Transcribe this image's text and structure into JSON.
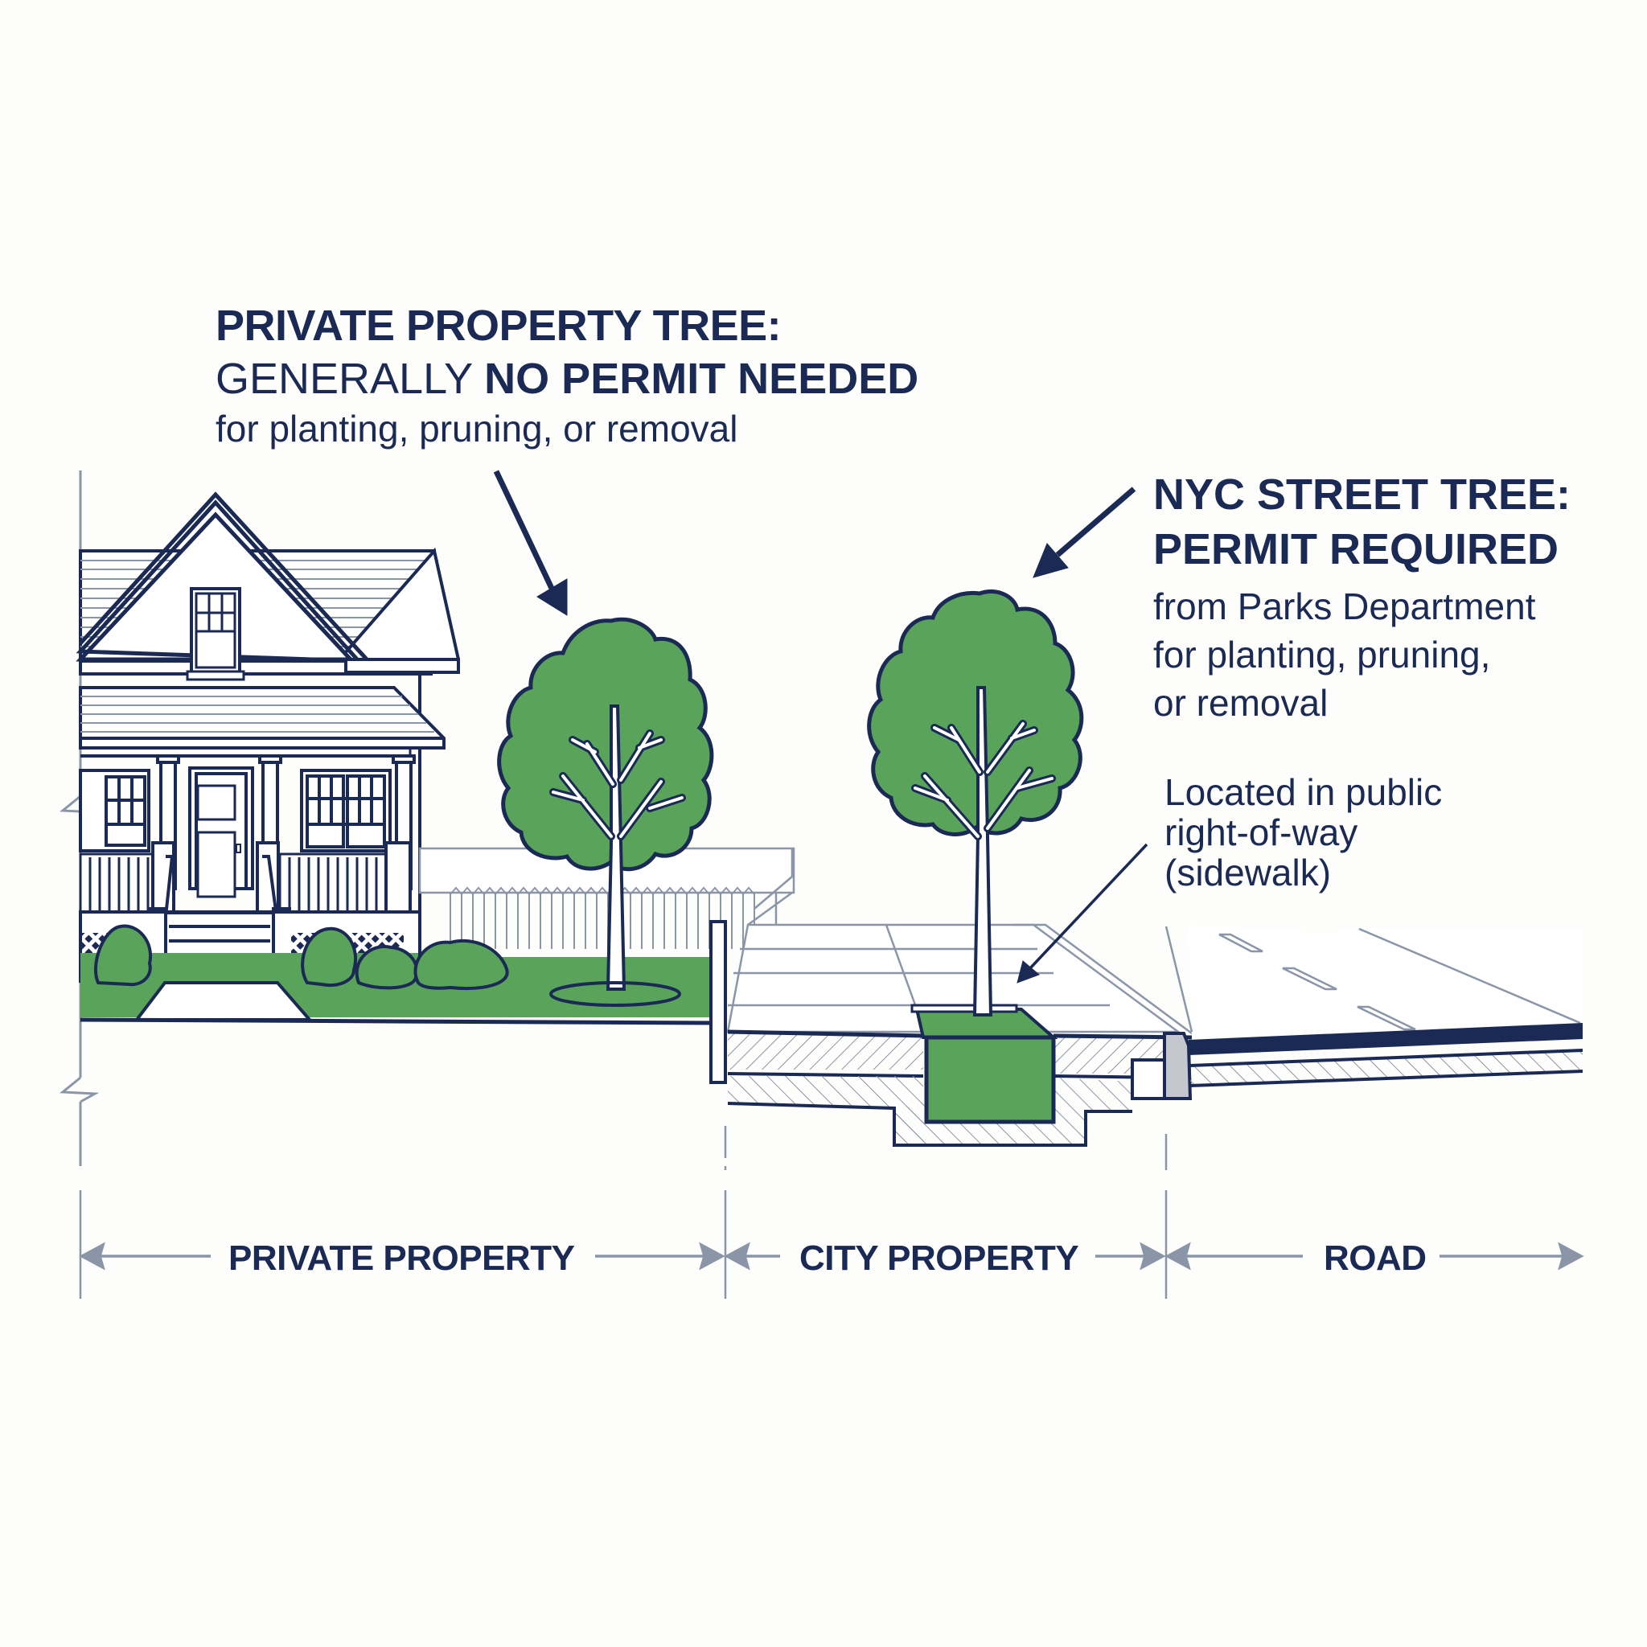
{
  "colors": {
    "navy": "#1b2a55",
    "green": "#5aa35a",
    "grey_line": "#8a96a8",
    "curb_grey": "#c4c8ce",
    "background": "#fdfdfb"
  },
  "private_callout": {
    "title": "PRIVATE PROPERTY TREE:",
    "line2_prefix": "GENERALLY",
    "line2_emphasis": "NO PERMIT NEEDED",
    "detail": "for planting, pruning, or removal"
  },
  "street_callout": {
    "title": "NYC STREET TREE:",
    "subtitle": "PERMIT REQUIRED",
    "detail_lines": [
      "from Parks Department",
      "for planting, pruning,",
      "or removal"
    ]
  },
  "location_callout": {
    "lines": [
      "Located in public",
      "right-of-way",
      "(sidewalk)"
    ]
  },
  "zones": [
    {
      "label": "PRIVATE PROPERTY"
    },
    {
      "label": "CITY PROPERTY"
    },
    {
      "label": "ROAD"
    }
  ],
  "icons": [
    "house-icon",
    "private-tree-icon",
    "street-tree-icon",
    "fence-icon",
    "shrub-icon",
    "sidewalk-icon",
    "tree-pit-icon",
    "curb-icon",
    "road-icon",
    "callout-arrow-icon",
    "dimension-arrow-icon"
  ]
}
